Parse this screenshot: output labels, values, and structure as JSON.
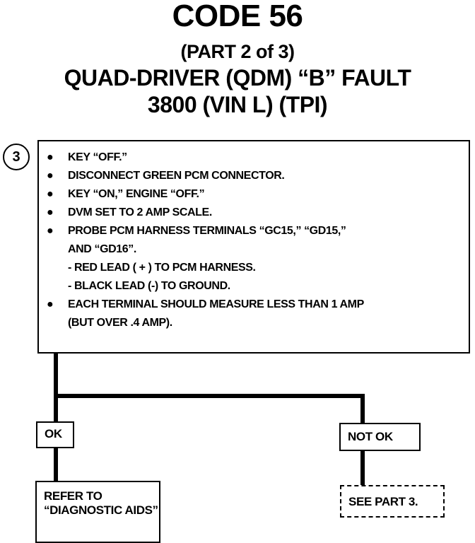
{
  "header": {
    "title": "CODE 56",
    "part": "(PART 2 of 3)",
    "subtitle_1": "QUAD-DRIVER (QDM) “B” FAULT",
    "subtitle_2": "3800  (VIN L)  (TPI)"
  },
  "step": {
    "number": "3",
    "items": [
      {
        "bullet": "●",
        "text": "KEY “OFF.”"
      },
      {
        "bullet": "●",
        "text": "DISCONNECT GREEN PCM CONNECTOR."
      },
      {
        "bullet": "●",
        "text": "KEY “ON,” ENGINE “OFF.”"
      },
      {
        "bullet": "●",
        "text": "DVM SET TO 2 AMP SCALE."
      },
      {
        "bullet": "●",
        "text": "PROBE PCM HARNESS TERMINALS “GC15,” “GD15,”",
        "continuation": "AND “GD16”.",
        "sub": [
          "-  RED LEAD ( + ) TO PCM HARNESS.",
          "-  BLACK LEAD (-) TO GROUND."
        ]
      },
      {
        "bullet": "●",
        "text": "EACH TERMINAL SHOULD MEASURE LESS THAN 1 AMP",
        "continuation": "(BUT OVER .4 AMP)."
      }
    ]
  },
  "branches": {
    "ok_label": "OK",
    "not_ok_label": "NOT OK",
    "ok_result_line1": "REFER TO",
    "ok_result_line2": "“DIAGNOSTIC AIDS”",
    "not_ok_result": "SEE PART 3."
  }
}
